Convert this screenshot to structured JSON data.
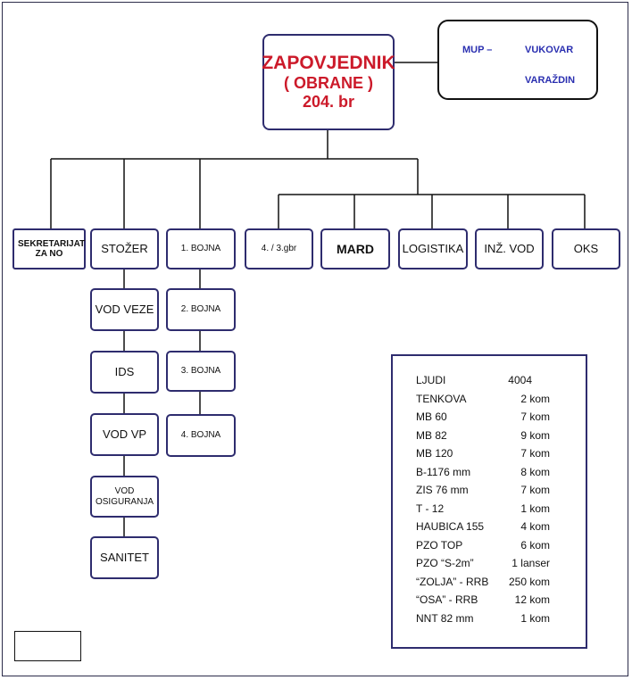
{
  "commander": {
    "line1": "ZAPOVJEDNIK",
    "line2": "( OBRANE )",
    "line3": "204. br"
  },
  "mup": {
    "label": "MUP –",
    "city1": "VUKOVAR",
    "city2": "VARAŽDIN"
  },
  "units": {
    "sekretarijat": "SEKRETARIJAT ZA NO",
    "stozer": "STOŽER",
    "bojna1": "1. BOJNA",
    "gbr": "4. / 3.gbr",
    "mard": "MARD",
    "logistika": "LOGISTIKA",
    "inz_vod": "INŽ. VOD",
    "oks": "OKS"
  },
  "stozer_sub": [
    "VOD VEZE",
    "IDS",
    "VOD VP",
    "VOD OSIGURANJA",
    "SANITET"
  ],
  "bojne": [
    "2. BOJNA",
    "3. BOJNA",
    "4. BOJNA"
  ],
  "resources": [
    {
      "name": "LJUDI",
      "value": "4004"
    },
    {
      "name": "TENKOVA",
      "value": "2 kom"
    },
    {
      "name": "MB 60",
      "value": "7 kom"
    },
    {
      "name": "MB 82",
      "value": "9 kom"
    },
    {
      "name": "MB 120",
      "value": "7 kom"
    },
    {
      "name": "B-1176 mm",
      "value": "8 kom"
    },
    {
      "name": "ZIS 76 mm",
      "value": "7 kom"
    },
    {
      "name": "T - 12",
      "value": "1 kom"
    },
    {
      "name": "HAUBICA 155",
      "value": "4 kom"
    },
    {
      "name": "PZO TOP",
      "value": "6 kom"
    },
    {
      "name": "PZO “S-2m”",
      "value": "1 lanser"
    },
    {
      "name": "“ZOLJA” - RRB",
      "value": "250 kom"
    },
    {
      "name": "“OSA” - RRB",
      "value": "12 kom"
    },
    {
      "name": "NNT 82 mm",
      "value": "1 kom"
    }
  ]
}
